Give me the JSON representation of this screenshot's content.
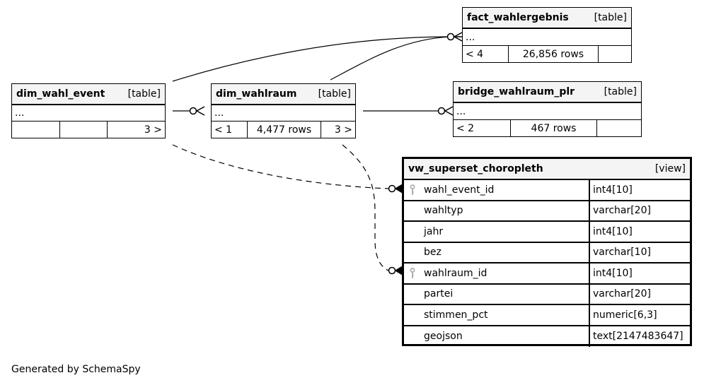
{
  "tables": {
    "fact_wahlergebnis": {
      "name": "fact_wahlergebnis",
      "kind": "[table]",
      "ellipsis": "...",
      "parents": "< 4",
      "rows": "26,856 rows",
      "children": ""
    },
    "dim_wahl_event": {
      "name": "dim_wahl_event",
      "kind": "[table]",
      "ellipsis": "...",
      "parents": "",
      "rows": "",
      "children": "3 >"
    },
    "dim_wahlraum": {
      "name": "dim_wahlraum",
      "kind": "[table]",
      "ellipsis": "...",
      "parents": "< 1",
      "rows": "4,477 rows",
      "children": "3 >"
    },
    "bridge_wahlraum_plr": {
      "name": "bridge_wahlraum_plr",
      "kind": "[table]",
      "ellipsis": "...",
      "parents": "< 2",
      "rows": "467 rows",
      "children": ""
    }
  },
  "view": {
    "name": "vw_superset_choropleth",
    "kind": "[view]",
    "columns": [
      {
        "name": "wahl_event_id",
        "type": "int4[10]",
        "icon": "key-icon"
      },
      {
        "name": "wahltyp",
        "type": "varchar[20]",
        "icon": ""
      },
      {
        "name": "jahr",
        "type": "int4[10]",
        "icon": ""
      },
      {
        "name": "bez",
        "type": "varchar[10]",
        "icon": ""
      },
      {
        "name": "wahlraum_id",
        "type": "int4[10]",
        "icon": "key-icon"
      },
      {
        "name": "partei",
        "type": "varchar[20]",
        "icon": ""
      },
      {
        "name": "stimmen_pct",
        "type": "numeric[6,3]",
        "icon": ""
      },
      {
        "name": "geojson",
        "type": "text[2147483647]",
        "icon": ""
      }
    ]
  },
  "relationships": [
    {
      "from": "dim_wahl_event",
      "to": "fact_wahlergebnis",
      "style": "solid",
      "cardinality": "zero-or-many"
    },
    {
      "from": "dim_wahlraum",
      "to": "fact_wahlergebnis",
      "style": "solid",
      "cardinality": "zero-or-many"
    },
    {
      "from": "dim_wahl_event",
      "to": "dim_wahlraum",
      "style": "solid",
      "cardinality": "zero-or-many"
    },
    {
      "from": "dim_wahlraum",
      "to": "bridge_wahlraum_plr",
      "style": "solid",
      "cardinality": "zero-or-many"
    },
    {
      "from": "dim_wahl_event",
      "to": "vw_superset_choropleth.wahl_event_id",
      "style": "dashed",
      "cardinality": "zero-or-many"
    },
    {
      "from": "dim_wahlraum",
      "to": "vw_superset_choropleth.wahlraum_id",
      "style": "dashed",
      "cardinality": "zero-or-many"
    }
  ],
  "footer": "Generated by SchemaSpy"
}
